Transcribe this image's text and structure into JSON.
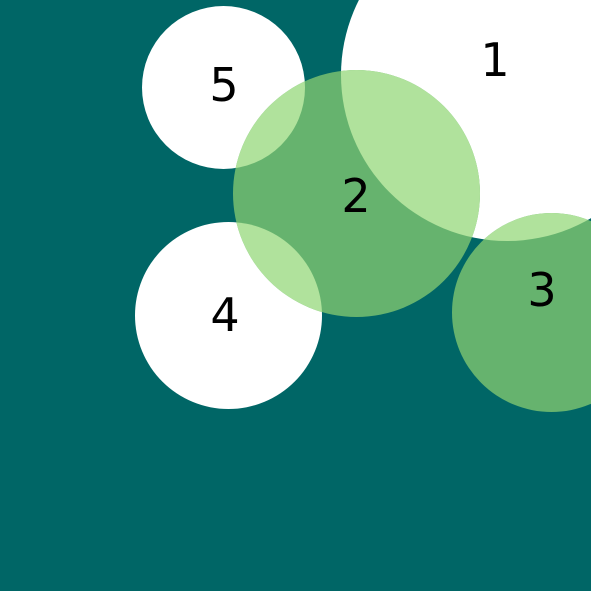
{
  "colors": {
    "background": "#006666",
    "white_circle": "#ffffff",
    "green_circle": "#66b36e",
    "overlap_light_green": "#b0e29c"
  },
  "circles": [
    {
      "label": "1",
      "fill": "white"
    },
    {
      "label": "2",
      "fill": "green"
    },
    {
      "label": "3",
      "fill": "green"
    },
    {
      "label": "4",
      "fill": "white"
    },
    {
      "label": "5",
      "fill": "white"
    }
  ]
}
